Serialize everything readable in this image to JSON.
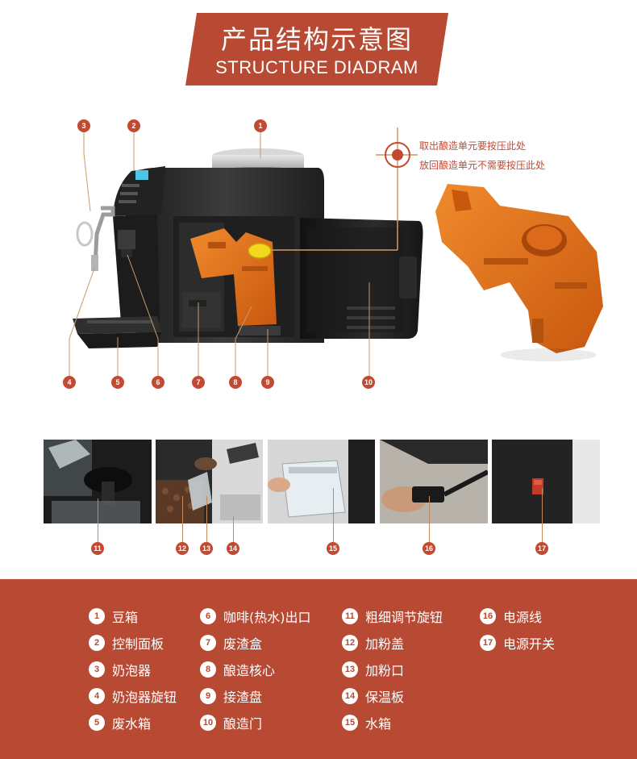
{
  "header": {
    "title_cn": "产品结构示意图",
    "title_en": "STRUCTURE DIADRAM"
  },
  "callout": {
    "line1": "取出酿造单元要按压此处",
    "line2": "放回酿造单元不需要按压此处"
  },
  "markers": {
    "top": [
      "1",
      "2",
      "3"
    ],
    "bottom": [
      "4",
      "5",
      "6",
      "7",
      "8",
      "9",
      "10"
    ],
    "photos": [
      "11",
      "12",
      "13",
      "14",
      "15",
      "16",
      "17"
    ]
  },
  "legend": {
    "items": [
      {
        "num": "1",
        "label": "豆箱"
      },
      {
        "num": "2",
        "label": "控制面板"
      },
      {
        "num": "3",
        "label": "奶泡器"
      },
      {
        "num": "4",
        "label": "奶泡器旋钮"
      },
      {
        "num": "5",
        "label": "废水箱"
      },
      {
        "num": "6",
        "label": "咖啡(热水)出口"
      },
      {
        "num": "7",
        "label": "废渣盒"
      },
      {
        "num": "8",
        "label": "酿造核心"
      },
      {
        "num": "9",
        "label": "接渣盘"
      },
      {
        "num": "10",
        "label": "酿造门"
      },
      {
        "num": "11",
        "label": "粗细调节旋钮"
      },
      {
        "num": "12",
        "label": "加粉盖"
      },
      {
        "num": "13",
        "label": "加粉口"
      },
      {
        "num": "14",
        "label": "保温板"
      },
      {
        "num": "15",
        "label": "水箱"
      },
      {
        "num": "16",
        "label": "电源线"
      },
      {
        "num": "17",
        "label": "电源开关"
      }
    ]
  },
  "colors": {
    "brand_red": "#b84a34",
    "marker_red": "#c24a32",
    "machine_dark": "#2a2a2a",
    "brew_unit_orange": "#e8761f"
  }
}
